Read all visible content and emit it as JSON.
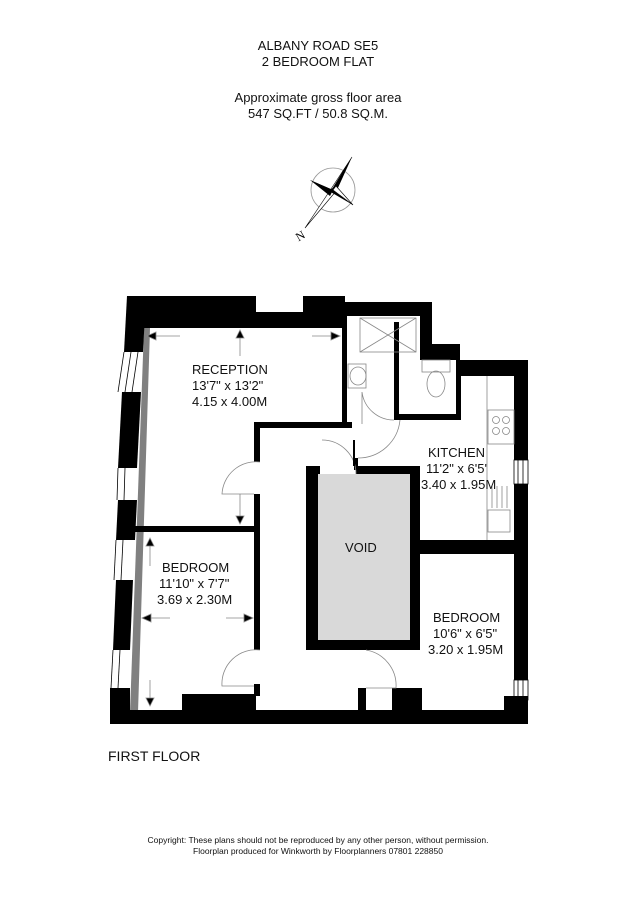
{
  "header": {
    "title": "ALBANY ROAD SE5",
    "subtitle": "2 BEDROOM FLAT",
    "area_label": "Approximate gross floor area",
    "area_value": "547 SQ.FT / 50.8 SQ.M."
  },
  "compass": {
    "icon": "north-compass-icon",
    "label": "N"
  },
  "rooms": {
    "reception": {
      "name": "RECEPTION",
      "imperial": "13'7\" x 13'2\"",
      "metric": "4.15 x 4.00M"
    },
    "kitchen": {
      "name": "KITCHEN",
      "imperial": "11'2\" x 6'5'",
      "metric": "3.40 x 1.95M"
    },
    "void": {
      "name": "VOID"
    },
    "bedroom1": {
      "name": "BEDROOM",
      "imperial": "11'10\" x 7'7\"",
      "metric": "3.69 x 2.30M"
    },
    "bedroom2": {
      "name": "BEDROOM",
      "imperial": "10'6\" x 6'5\"",
      "metric": "3.20 x 1.95M"
    }
  },
  "floor_label": "FIRST FLOOR",
  "footer": {
    "copyright": "Copyright: These plans should not be reproduced by any other person, without permission.",
    "credit": "Floorplan produced for Winkworth by Floorplanners 07801 228850"
  },
  "colors": {
    "wall": "#000000",
    "void_fill": "#d9d9d9",
    "gray_wall": "#808080",
    "fixture_line": "#888888"
  }
}
